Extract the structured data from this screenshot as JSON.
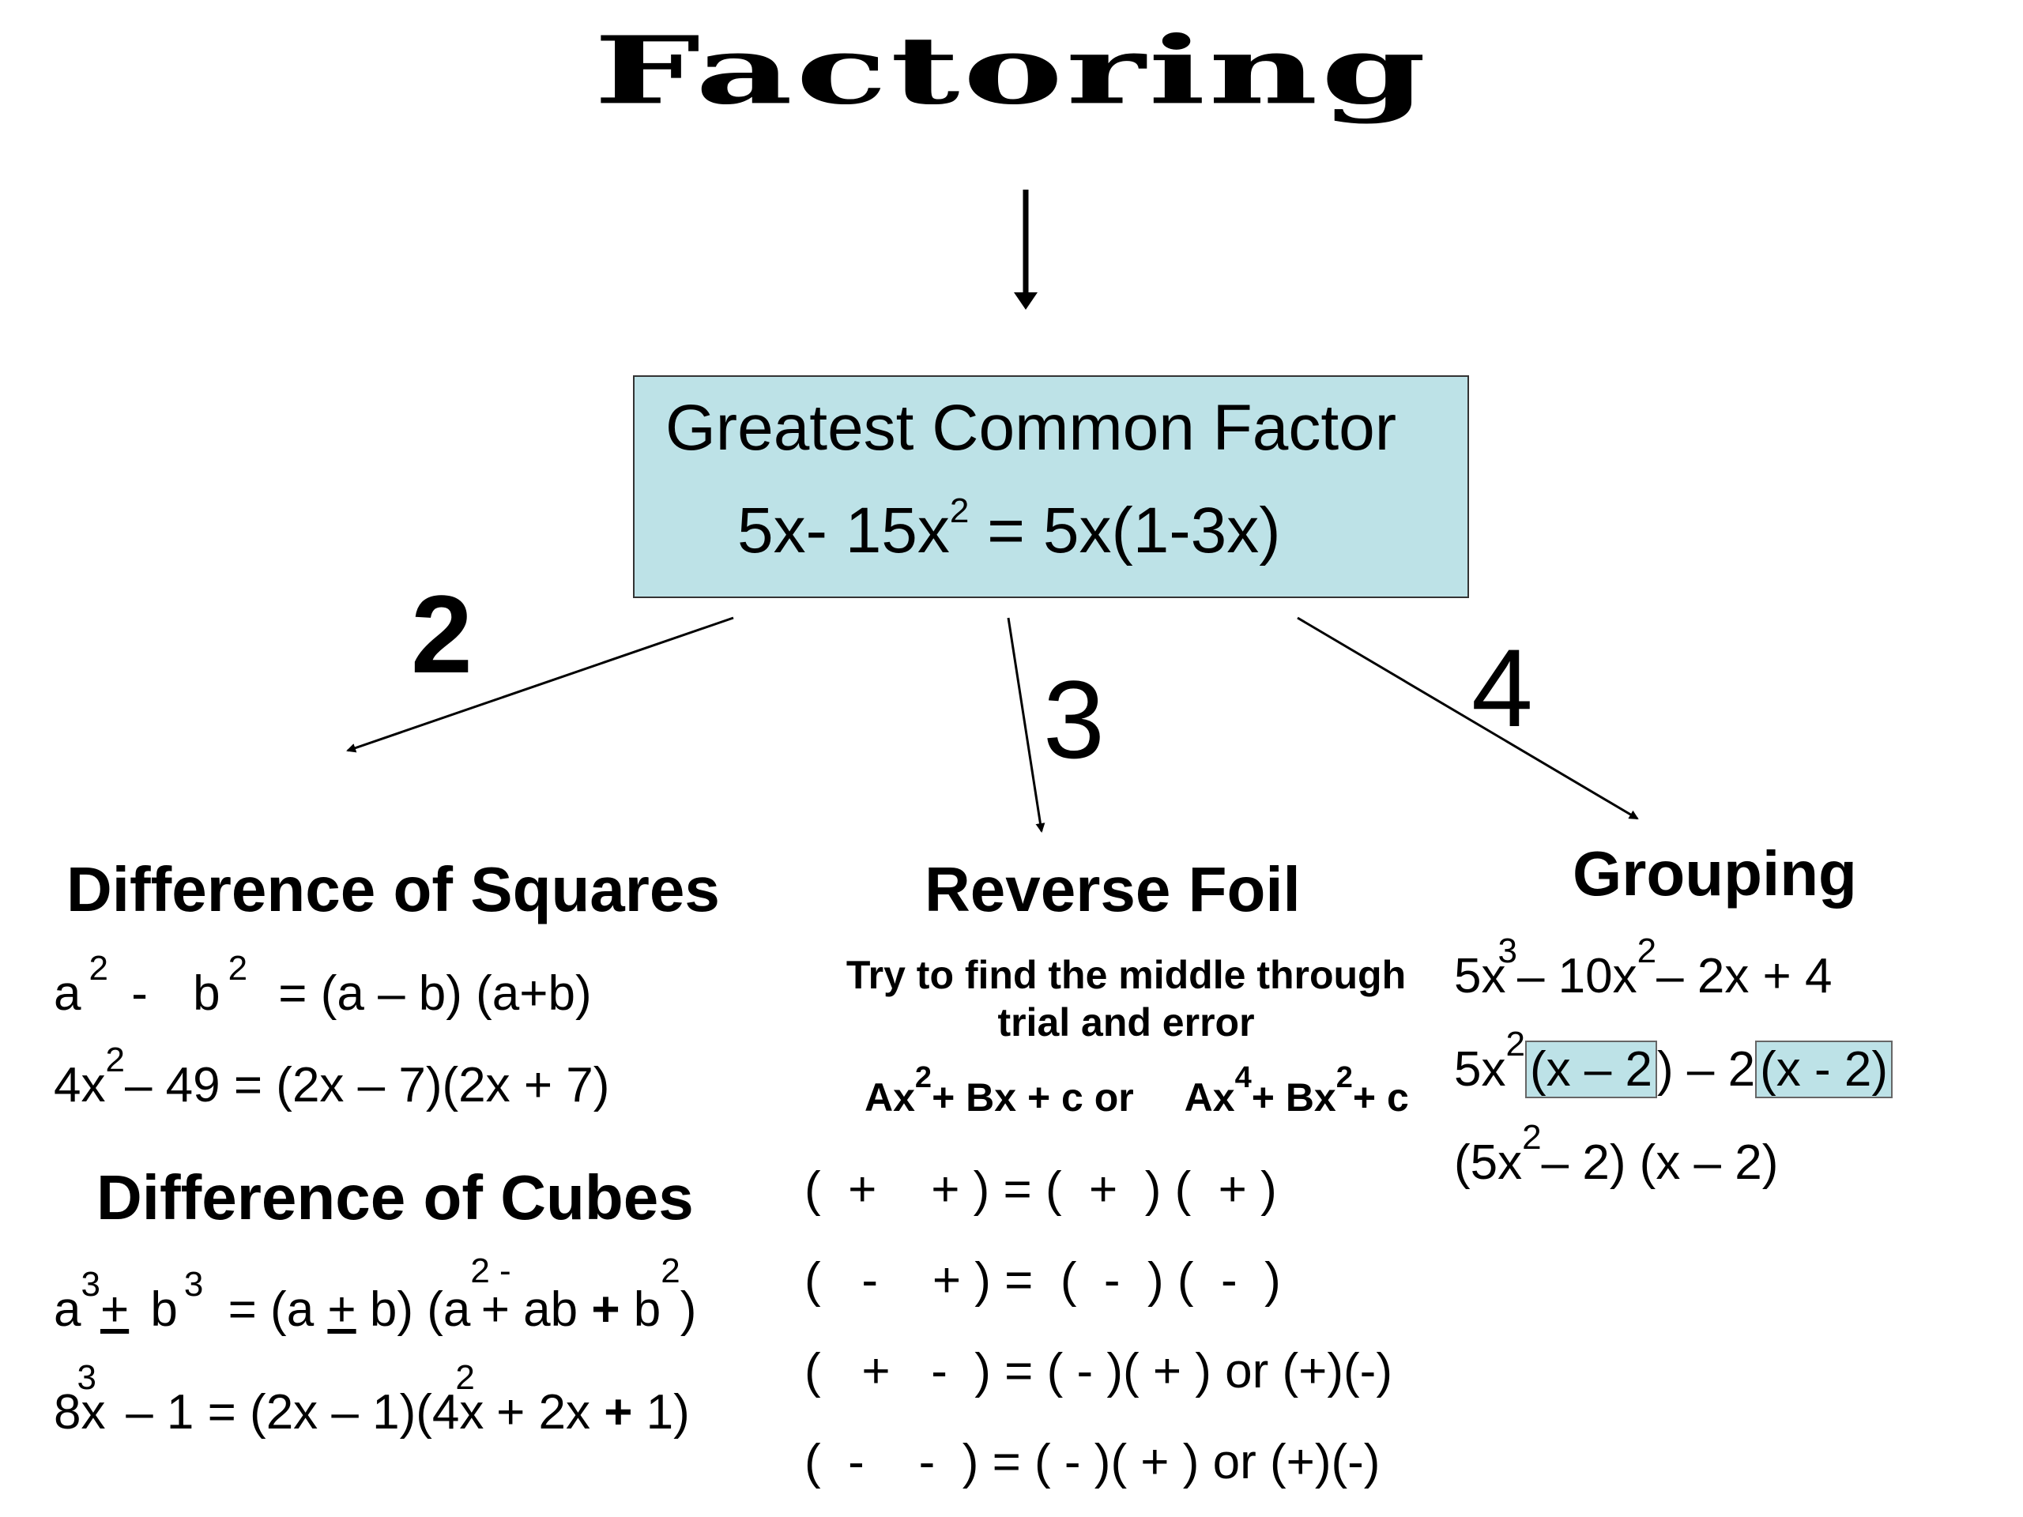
{
  "title": "Factoring",
  "gcf": {
    "heading": "Greatest Common Factor",
    "ex_left": "5x- 15x",
    "ex_sup": "2",
    "ex_right": " = 5x(1-3x)"
  },
  "branch_numbers": {
    "left": "2",
    "middle": "3",
    "right": "4"
  },
  "difference_of_squares": {
    "heading": "Difference of Squares",
    "line1": {
      "a": "a",
      "a_sup": "2",
      "minus": "-",
      "b": "b",
      "b_sup": "2",
      "rest": "=   (a – b) (a+b)"
    },
    "line2": {
      "start": "4x",
      "sup": "2",
      "rest": "– 49 =  (2x – 7)(2x + 7)"
    }
  },
  "difference_of_cubes": {
    "heading": "Difference of Cubes",
    "line1": {
      "a": "a",
      "a_sup": "3",
      "pm": "+",
      "b": "b",
      "b_sup": "3",
      "rest1": "=  (a ",
      "pm2": "+",
      "rest2": " b) (a",
      "sup_a2": "2 -",
      "rest3": "+ ab ",
      "bold_plus": "+",
      "rest4": " b",
      "sup_b2": "2",
      "close": ")"
    },
    "line2": {
      "start": "8x",
      "sup": "3",
      "rest1": " – 1   = (2x – 1)(4x",
      "sup2": "2",
      "rest2": " + 2x ",
      "bold_plus": "+",
      "rest3": " 1)"
    }
  },
  "reverse_foil": {
    "heading": "Reverse Foil",
    "subtitle_line1": "Try to find the middle through",
    "subtitle_line2": "trial and error",
    "forms": {
      "f1a": "Ax",
      "f1sup": "2",
      "f1b": "+ Bx + c or",
      "f2a": "Ax",
      "f2sup": "4",
      "f2b": "+ Bx",
      "f2sup2": "2",
      "f2c": "+ c"
    },
    "rows": [
      "(  +    + ) = (  +  ) (  + )",
      "(   -    + ) =  (  -  ) (  -  )",
      "(   +   -  ) = ( - )( + ) or (+)(-)",
      "(  -    -  ) = ( - )( + ) or (+)(-)"
    ]
  },
  "grouping": {
    "heading": "Grouping",
    "line1": {
      "a": "5x",
      "sup1": "3",
      "b": "– 10x",
      "sup2": "2",
      "c": "– 2x + 4"
    },
    "line2": {
      "a": "5x",
      "sup": "2",
      "box1": "(x – 2",
      "mid": ") – 2",
      "box2": "(x - 2)"
    },
    "line3": {
      "a": "(5x",
      "sup": "2",
      "b": "– 2) (x – 2)"
    }
  },
  "colors": {
    "box_fill": "#bde2e7",
    "line": "#000000"
  }
}
